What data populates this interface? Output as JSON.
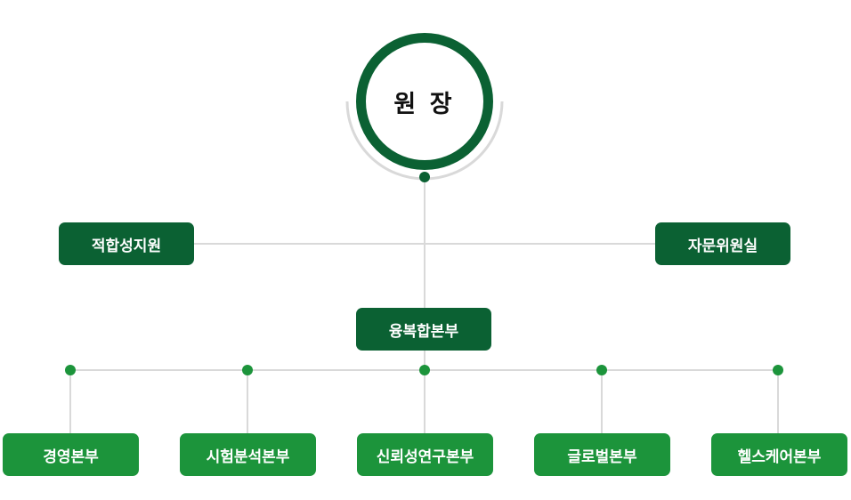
{
  "director": {
    "label": "원 장"
  },
  "staff": [
    {
      "label": "적합성지원"
    },
    {
      "label": "자문위원실"
    }
  ],
  "center": {
    "label": "융복합본부"
  },
  "divisions": [
    {
      "label": "경영본부"
    },
    {
      "label": "시험분석본부"
    },
    {
      "label": "신뢰성연구본부"
    },
    {
      "label": "글로벌본부"
    },
    {
      "label": "헬스케어본부"
    }
  ],
  "colors": {
    "dark_green": "#0b6133",
    "green": "#1c943b",
    "line": "#d9d9d9"
  }
}
